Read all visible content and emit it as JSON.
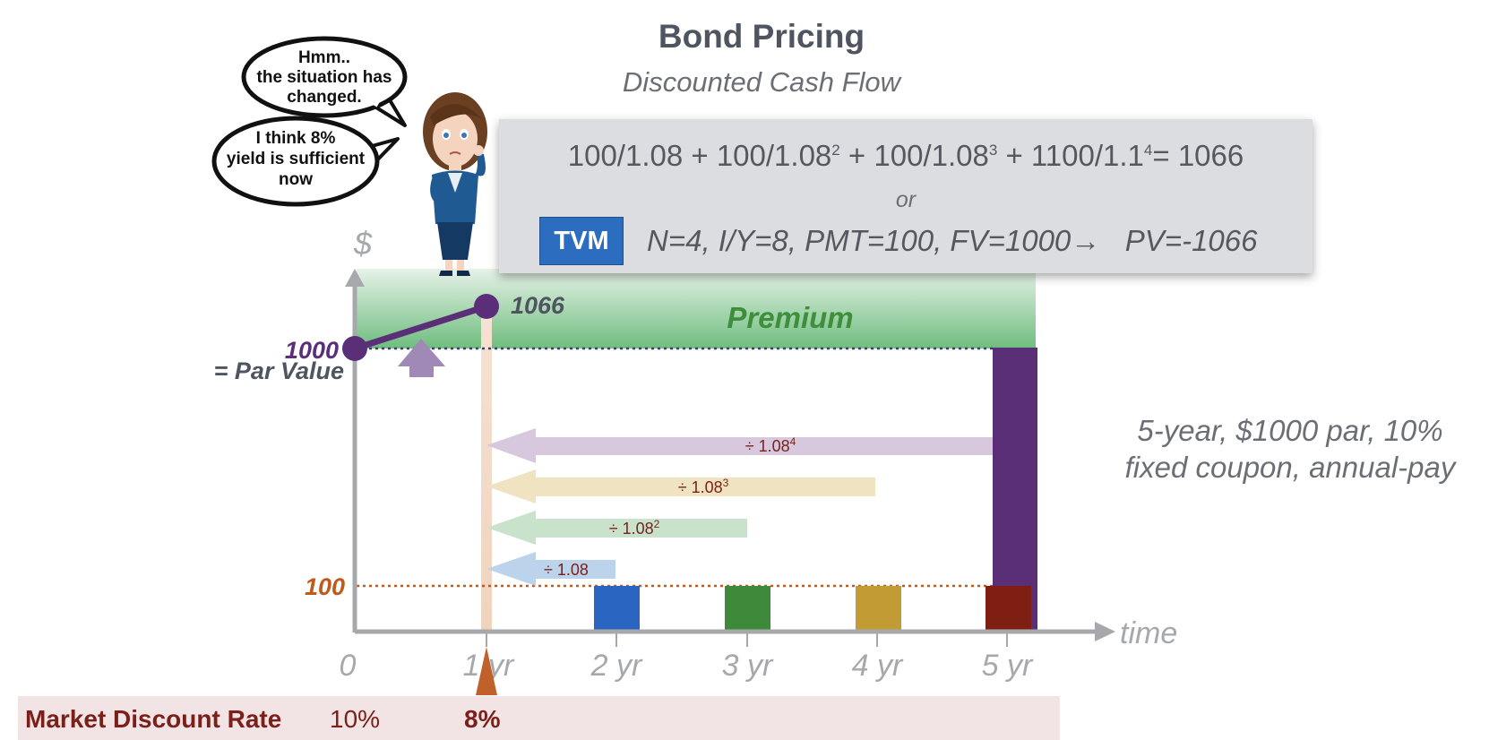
{
  "title": "Bond Pricing",
  "subtitle": "Discounted Cash Flow",
  "formula": {
    "t1": "100/1.08 + 100/1.08",
    "e1": "2",
    "t2": " + 100/1.08",
    "e2": "3",
    "t3": " + 1100/1.1",
    "e3": "4",
    "t4": "= 1066",
    "or": "or",
    "tvm_badge": "TVM",
    "tvm_inputs": "N=4, I/Y=8, PMT=100, FV=1000",
    "tvm_arrow": "→",
    "tvm_result": "PV=-1066"
  },
  "speech": {
    "bubble1": [
      "Hmm..",
      "the situation has",
      "changed."
    ],
    "bubble2": [
      "I think 8%",
      "yield is sufficient",
      "now"
    ]
  },
  "chart": {
    "y_axis_label": "$",
    "x_axis_label": "time",
    "ticks": [
      "0",
      "1 yr",
      "2 yr",
      "3 yr",
      "4 yr",
      "5 yr"
    ],
    "label_1000": "1000",
    "label_par": "= Par Value",
    "label_1066": "1066",
    "label_100": "100",
    "premium_label": "Premium",
    "discount_arrows": [
      "÷ 1.08",
      "÷ 1.08",
      "÷ 1.08",
      "÷ 1.08"
    ],
    "discount_exps": [
      "",
      "2",
      "3",
      "4"
    ]
  },
  "note": "5-year, $1000 par, 10% fixed coupon, annual-pay",
  "bottom_bar": {
    "label": "Market Discount Rate",
    "old_rate": "10%",
    "new_rate": "8%"
  },
  "colors": {
    "coupon_bars": [
      "#2b65c2",
      "#3c8a3a",
      "#c29b35",
      "#7f1f14"
    ],
    "principal_bar": "#5b2f78",
    "premium_band": "#7cc38a",
    "discount_arrows": [
      "#bcd3ec",
      "#c9e2cc",
      "#efe3c2",
      "#d7c8de"
    ],
    "price_line": "#5b2f78",
    "dotted_100": "#c05a1a",
    "tvm_badge": "#2d6dbf"
  }
}
